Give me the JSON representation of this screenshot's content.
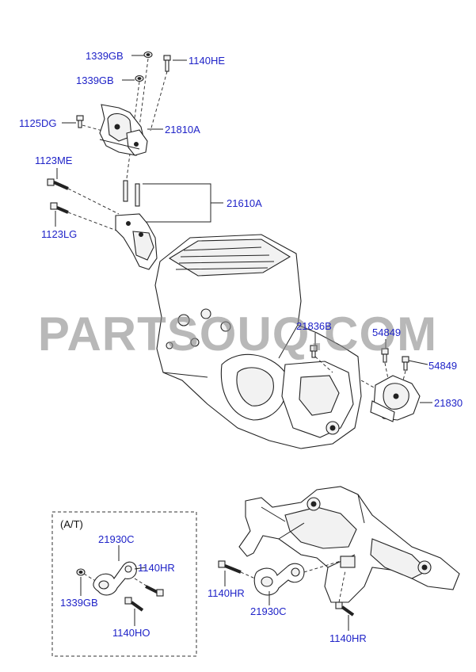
{
  "watermark": "PARTSOUQ.COM",
  "at_box": {
    "title": "(A/T)"
  },
  "callouts": {
    "c1339gb_top": "1339GB",
    "c1140he": "1140HE",
    "c1339gb_mid": "1339GB",
    "c1125dg": "1125DG",
    "c21810a": "21810A",
    "c1123me": "1123ME",
    "c21610a": "21610A",
    "c1123lg": "1123LG",
    "c21836b": "21836B",
    "c54849_a": "54849",
    "c54849_b": "54849",
    "c21830": "21830",
    "c21930c_box": "21930C",
    "c1140hr_box": "1140HR",
    "c1339gb_box": "1339GB",
    "c1140ho": "1140HO",
    "c1140hr_left": "1140HR",
    "c21930c_main": "21930C",
    "c1140hr_bottom": "1140HR"
  }
}
